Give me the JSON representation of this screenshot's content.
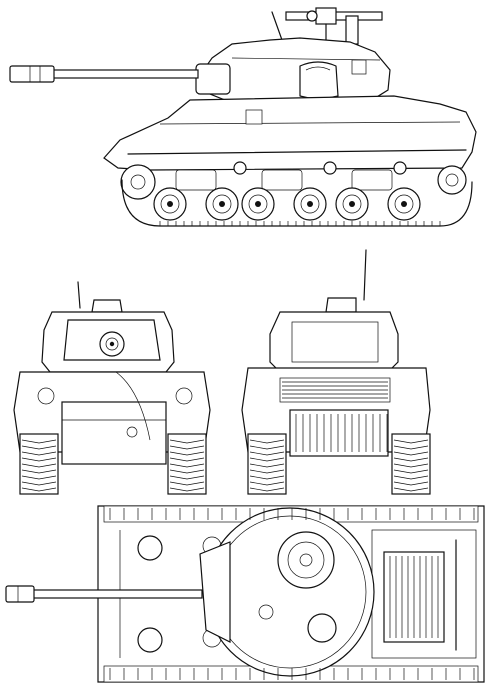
{
  "drawing": {
    "subject": "",
    "views": [
      {
        "id": "side",
        "name": ""
      },
      {
        "id": "front",
        "name": ""
      },
      {
        "id": "rear",
        "name": ""
      },
      {
        "id": "top",
        "name": ""
      }
    ],
    "colors": {
      "ink": "#111111",
      "paper": "#ffffff"
    }
  }
}
